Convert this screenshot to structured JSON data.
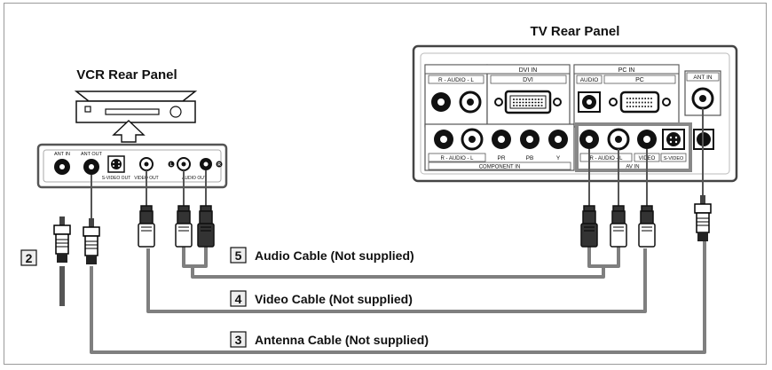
{
  "diagram": {
    "tv_title": "TV Rear Panel",
    "vcr_title": "VCR Rear Panel",
    "tv_labels": {
      "dvi_in": "DVI IN",
      "pc_in": "PC IN",
      "audio_rl": "R - AUDIO - L",
      "dvi": "DVI",
      "audio": "AUDIO",
      "pc": "PC",
      "ant_in": "ANT IN",
      "audio_rl_2": "R - AUDIO - L",
      "pr": "PR",
      "pb": "PB",
      "y": "Y",
      "audio_rl_3": "R - AUDIO - L",
      "video": "VIDEO",
      "s_video": "S-VIDEO",
      "component_in": "COMPONENT IN",
      "av_in": "AV IN"
    },
    "vcr_labels": {
      "ant_in": "ANT IN",
      "ant_out": "ANT OUT",
      "s_video_out": "S-VIDEO OUT",
      "video_out": "VIDEO OUT",
      "audio_out": "AUDIO OUT",
      "l": "L",
      "r": "R"
    },
    "cables": [
      {
        "number": "5",
        "label": "Audio Cable (Not supplied)"
      },
      {
        "number": "4",
        "label": "Video Cable (Not supplied)"
      },
      {
        "number": "3",
        "label": "Antenna Cable (Not supplied)"
      }
    ],
    "step_2": "2"
  }
}
